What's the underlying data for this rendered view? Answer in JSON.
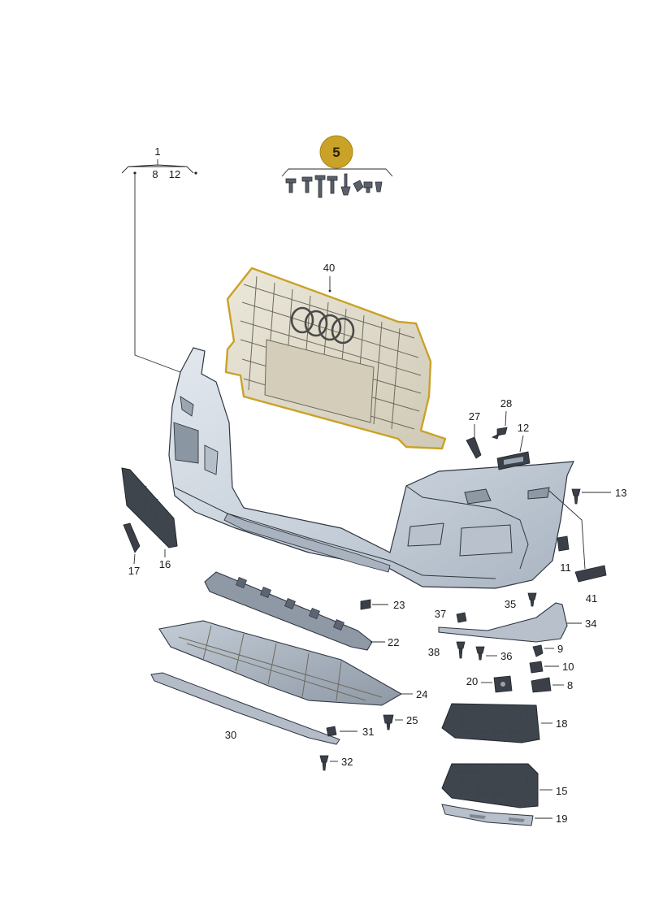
{
  "colors": {
    "highlight_outline": "#c9a227",
    "badge_fill": "#c9a227",
    "part_fill": "#c9d2dd",
    "grille_fill": "#ddd8c8",
    "dark_part": "#3b4048"
  },
  "badge": {
    "number": "5"
  },
  "screw_group_icons": [
    "screw-icon",
    "screw-icon",
    "screw-icon",
    "screw-icon",
    "stud-icon",
    "clip-icon",
    "nut-icon",
    "clip-icon"
  ],
  "parts": [
    {
      "id": "p1",
      "label": "1"
    },
    {
      "id": "p8",
      "label": "8"
    },
    {
      "id": "p12a",
      "label": "12"
    },
    {
      "id": "p40",
      "label": "40"
    },
    {
      "id": "p27",
      "label": "27"
    },
    {
      "id": "p28",
      "label": "28"
    },
    {
      "id": "p12",
      "label": "12"
    },
    {
      "id": "p13",
      "label": "13"
    },
    {
      "id": "p11",
      "label": "11"
    },
    {
      "id": "p41",
      "label": "41"
    },
    {
      "id": "p16",
      "label": "16"
    },
    {
      "id": "p17",
      "label": "17"
    },
    {
      "id": "p23",
      "label": "23"
    },
    {
      "id": "p22",
      "label": "22"
    },
    {
      "id": "p24",
      "label": "24"
    },
    {
      "id": "p25",
      "label": "25"
    },
    {
      "id": "p30",
      "label": "30"
    },
    {
      "id": "p31",
      "label": "31"
    },
    {
      "id": "p32",
      "label": "32"
    },
    {
      "id": "p35",
      "label": "35"
    },
    {
      "id": "p37",
      "label": "37"
    },
    {
      "id": "p34",
      "label": "34"
    },
    {
      "id": "p38",
      "label": "38"
    },
    {
      "id": "p36",
      "label": "36"
    },
    {
      "id": "p9",
      "label": "9"
    },
    {
      "id": "p10",
      "label": "10"
    },
    {
      "id": "p20",
      "label": "20"
    },
    {
      "id": "p8b",
      "label": "8"
    },
    {
      "id": "p18",
      "label": "18"
    },
    {
      "id": "p15",
      "label": "15"
    },
    {
      "id": "p19",
      "label": "19"
    }
  ]
}
